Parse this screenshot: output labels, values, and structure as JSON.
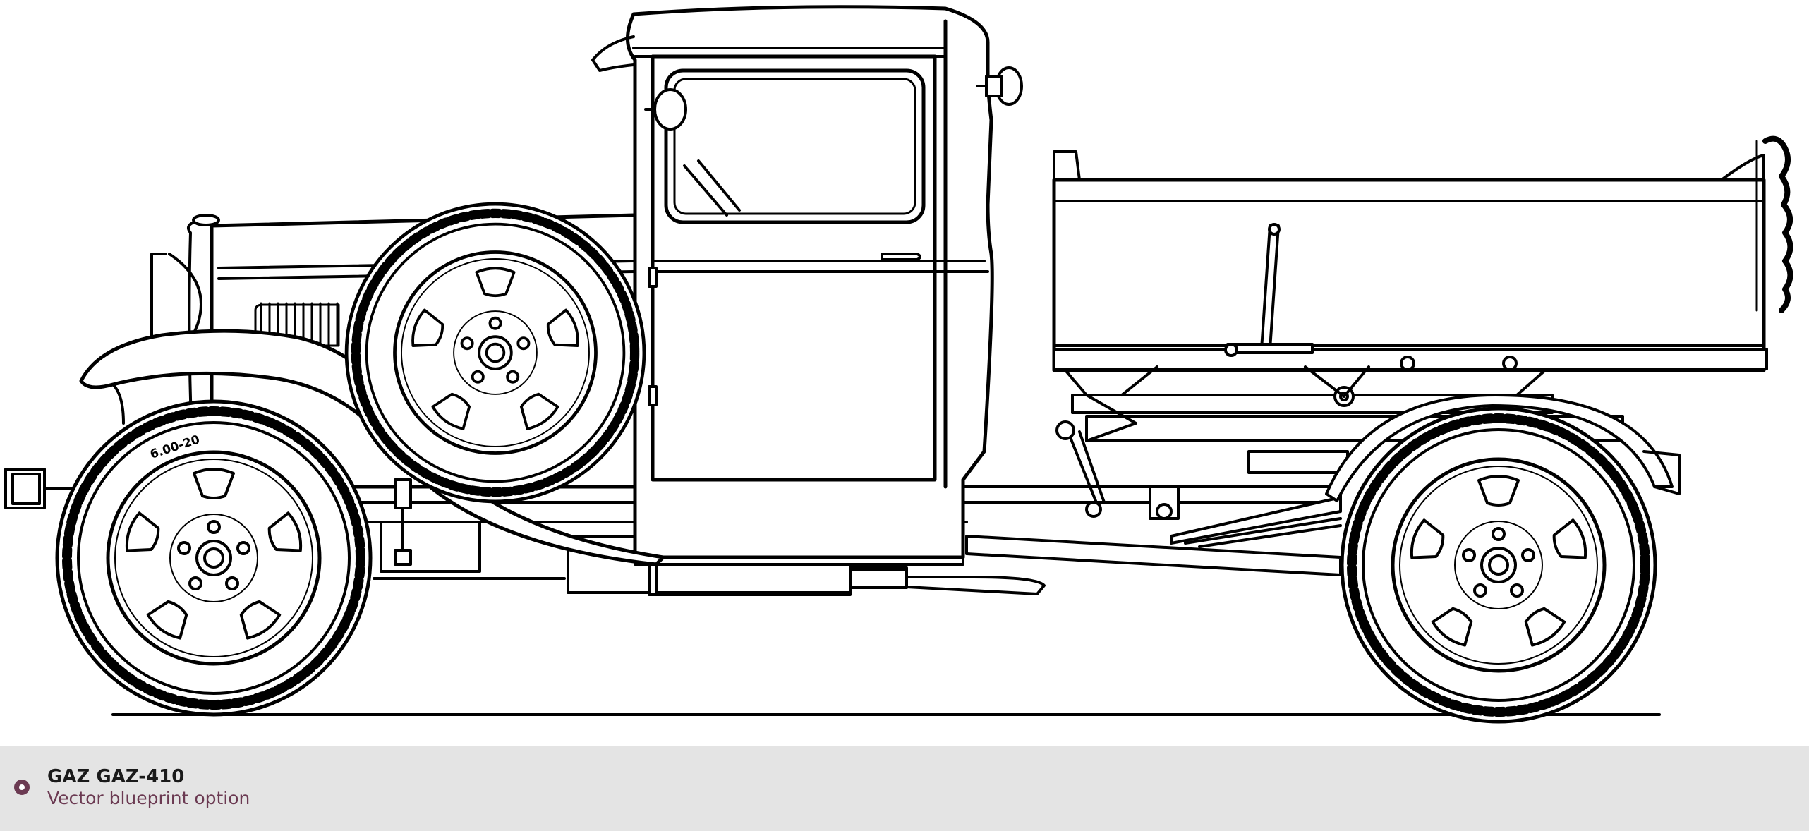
{
  "caption": {
    "title": "GAZ GAZ-410",
    "subtitle": "Vector blueprint option",
    "accent_color": "#6b3a52",
    "background_color": "#e4e4e4"
  },
  "drawing": {
    "tire_size_label": "6.00-20",
    "line_color": "#000000"
  }
}
